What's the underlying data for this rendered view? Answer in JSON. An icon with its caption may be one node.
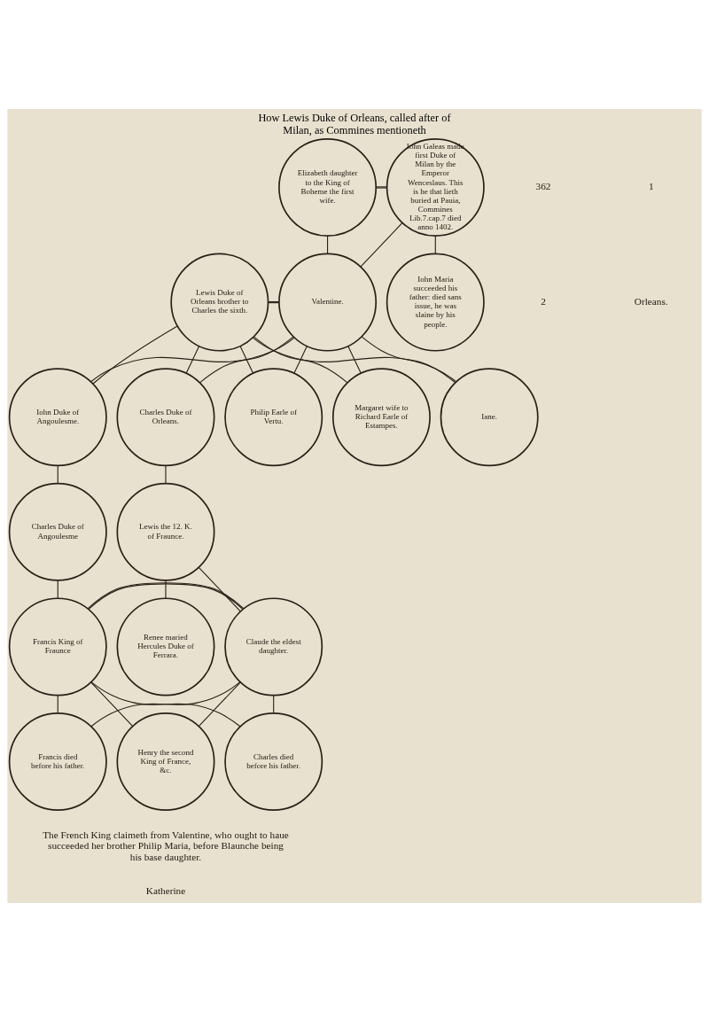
{
  "diagram": {
    "title": "How Lewis Duke of Orleans, called after of Milan, as Commines mentioneth",
    "caption": "The French King claimeth from Valentine, who ought to haue succeeded her brother Philip Maria, before Blaunche being his base daughter.",
    "nodes": [
      {
        "text": [
          "Elizabeth daughter to the King of Boheme the first wife."
        ]
      },
      {
        "text": [
          "Iohn Galeas made first Duke of Milan by the Emperor Wenceslaus. This is he that lieth buried at Pauia, Commines Lib.7.cap.7 died anno 1402."
        ]
      },
      {
        "text": [
          "Lewis Duke of Orleans brother to Charles the sixth."
        ]
      },
      {
        "text": [
          "Valentine."
        ]
      },
      {
        "text": [
          "Iohn Maria succeeded his father: died sans issue, he was slaine by his people."
        ]
      },
      {
        "text": [
          "Iane."
        ]
      },
      {
        "text": [
          "Iohn Duke of Angoulesme."
        ]
      },
      {
        "text": [
          "Charles Duke of Orleans."
        ]
      },
      {
        "text": [
          "Philip Earle of Vertu."
        ]
      },
      {
        "text": [
          "Margaret wife to Richard Earle of Estampes."
        ]
      },
      {
        "text": [
          "Charles Duke of Angoulesme"
        ]
      },
      {
        "text": [
          "Lewis the 12. K. of Fraunce."
        ]
      },
      {
        "text": [
          "Francis King of Fraunce"
        ]
      },
      {
        "text": [
          "Claude the eldest daughter."
        ]
      },
      {
        "text": [
          "Renee maried Hercules Duke of Ferrara."
        ]
      },
      {
        "text": [
          "Francis died before his father."
        ]
      },
      {
        "text": [
          "Henry the second King of France, &c."
        ]
      },
      {
        "text": [
          "Charles died before his father."
        ]
      }
    ],
    "edges": [
      {
        "from": 0,
        "to": 1,
        "arrow": "none"
      },
      {
        "from": 0,
        "to": 3,
        "arrow": "none"
      },
      {
        "from": 1,
        "to": 3,
        "arrow": "none"
      },
      {
        "from": 1,
        "to": 4,
        "arrow": "none"
      },
      {
        "from": 2,
        "to": 3,
        "arrow": "none"
      },
      {
        "from": 2,
        "to": 5,
        "arrow": "none"
      },
      {
        "from": 3,
        "to": 5,
        "arrow": "none"
      },
      {
        "from": 2,
        "to": 6,
        "arrow": "none"
      },
      {
        "from": 3,
        "to": 6,
        "arrow": "none"
      },
      {
        "from": 2,
        "to": 7,
        "arrow": "none"
      },
      {
        "from": 3,
        "to": 7,
        "arrow": "none"
      },
      {
        "from": 2,
        "to": 8,
        "arrow": "none"
      },
      {
        "from": 3,
        "to": 8,
        "arrow": "none"
      },
      {
        "from": 2,
        "to": 9,
        "arrow": "none"
      },
      {
        "from": 3,
        "to": 9,
        "arrow": "none"
      },
      {
        "from": 6,
        "to": 10,
        "arrow": "none"
      },
      {
        "from": 7,
        "to": 11,
        "arrow": "none"
      },
      {
        "from": 10,
        "to": 12,
        "arrow": "none"
      },
      {
        "from": 11,
        "to": 13,
        "arrow": "none"
      },
      {
        "from": 11,
        "to": 14,
        "arrow": "none"
      },
      {
        "from": 12,
        "to": 13,
        "arrow": "none"
      },
      {
        "from": 12,
        "to": 15,
        "arrow": "none"
      },
      {
        "from": 13,
        "to": 15,
        "arrow": "none"
      },
      {
        "from": 12,
        "to": 16,
        "arrow": "none"
      },
      {
        "from": 13,
        "to": 16,
        "arrow": "none"
      },
      {
        "from": 12,
        "to": 17,
        "arrow": "none"
      },
      {
        "from": 13,
        "to": 17,
        "arrow": "none"
      }
    ],
    "labels": [
      "362",
      "1",
      "2",
      "Orleans.",
      "Katherine"
    ]
  }
}
